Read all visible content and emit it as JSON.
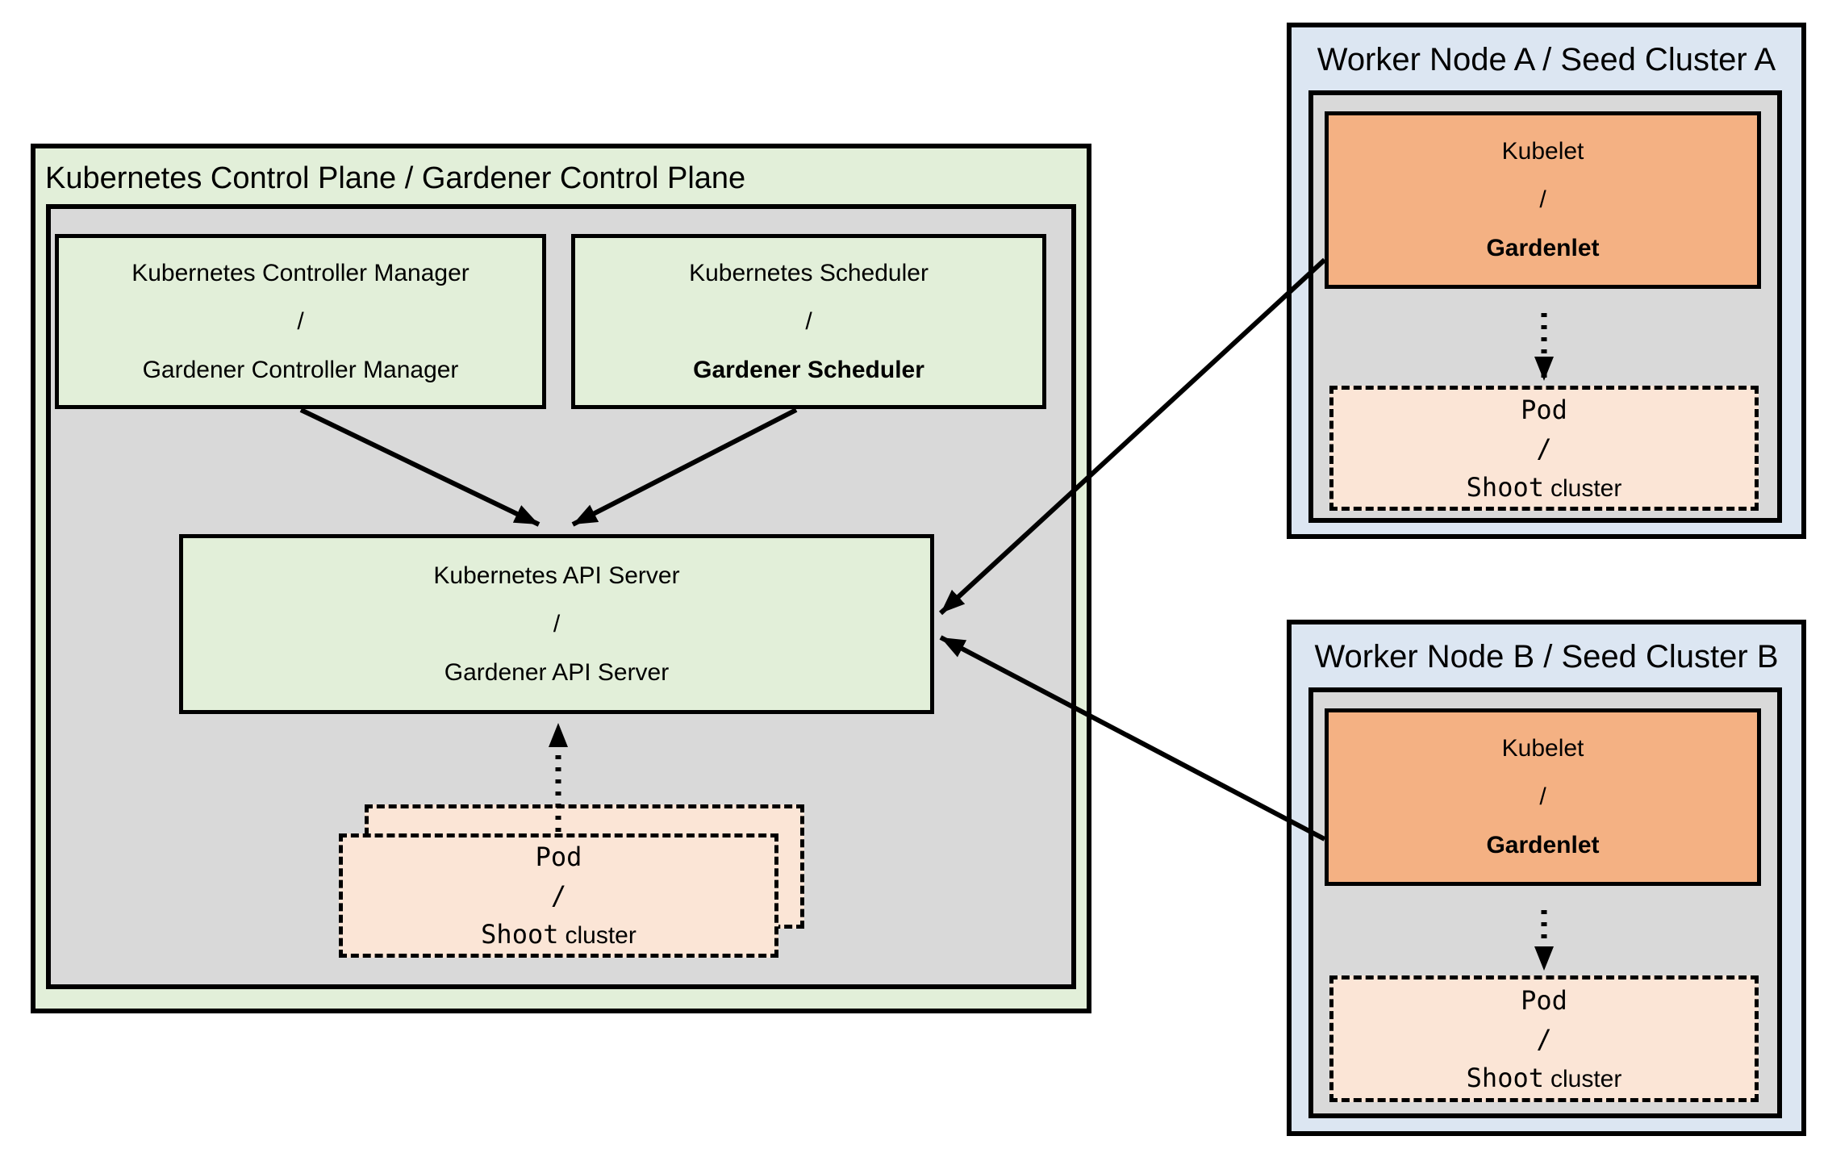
{
  "colors": {
    "green_fill": "#e2efd9",
    "gray_fill": "#d9d9d9",
    "blue_fill": "#dce6f2",
    "orange_fill": "#f4b183",
    "peach_fill": "#fbe5d6",
    "border": "#000000"
  },
  "control_plane": {
    "title": "Kubernetes Control Plane / Gardener Control Plane",
    "controller_manager_box": {
      "line1": "Kubernetes Controller Manager",
      "line2": "/",
      "line3": "Gardener Controller Manager"
    },
    "scheduler_box": {
      "line1": "Kubernetes Scheduler",
      "line2": "/",
      "line3": "Gardener Scheduler"
    },
    "api_server_box": {
      "line1": "Kubernetes API Server",
      "line2": "/",
      "line3": "Gardener API Server"
    },
    "pod_box": {
      "line1": "Pod",
      "line2": "/",
      "line3_mono": "Shoot",
      "line3_sans": "cluster"
    }
  },
  "worker_node_a": {
    "title": "Worker Node A / Seed Cluster A",
    "kubelet_box": {
      "line1": "Kubelet",
      "line2": "/",
      "line3": "Gardenlet"
    },
    "pod_box": {
      "line1": "Pod",
      "line2": "/",
      "line3_mono": "Shoot",
      "line3_sans": "cluster"
    }
  },
  "worker_node_b": {
    "title": "Worker Node B / Seed Cluster B",
    "kubelet_box": {
      "line1": "Kubelet",
      "line2": "/",
      "line3": "Gardenlet"
    },
    "pod_box": {
      "line1": "Pod",
      "line2": "/",
      "line3_mono": "Shoot",
      "line3_sans": "cluster"
    }
  }
}
